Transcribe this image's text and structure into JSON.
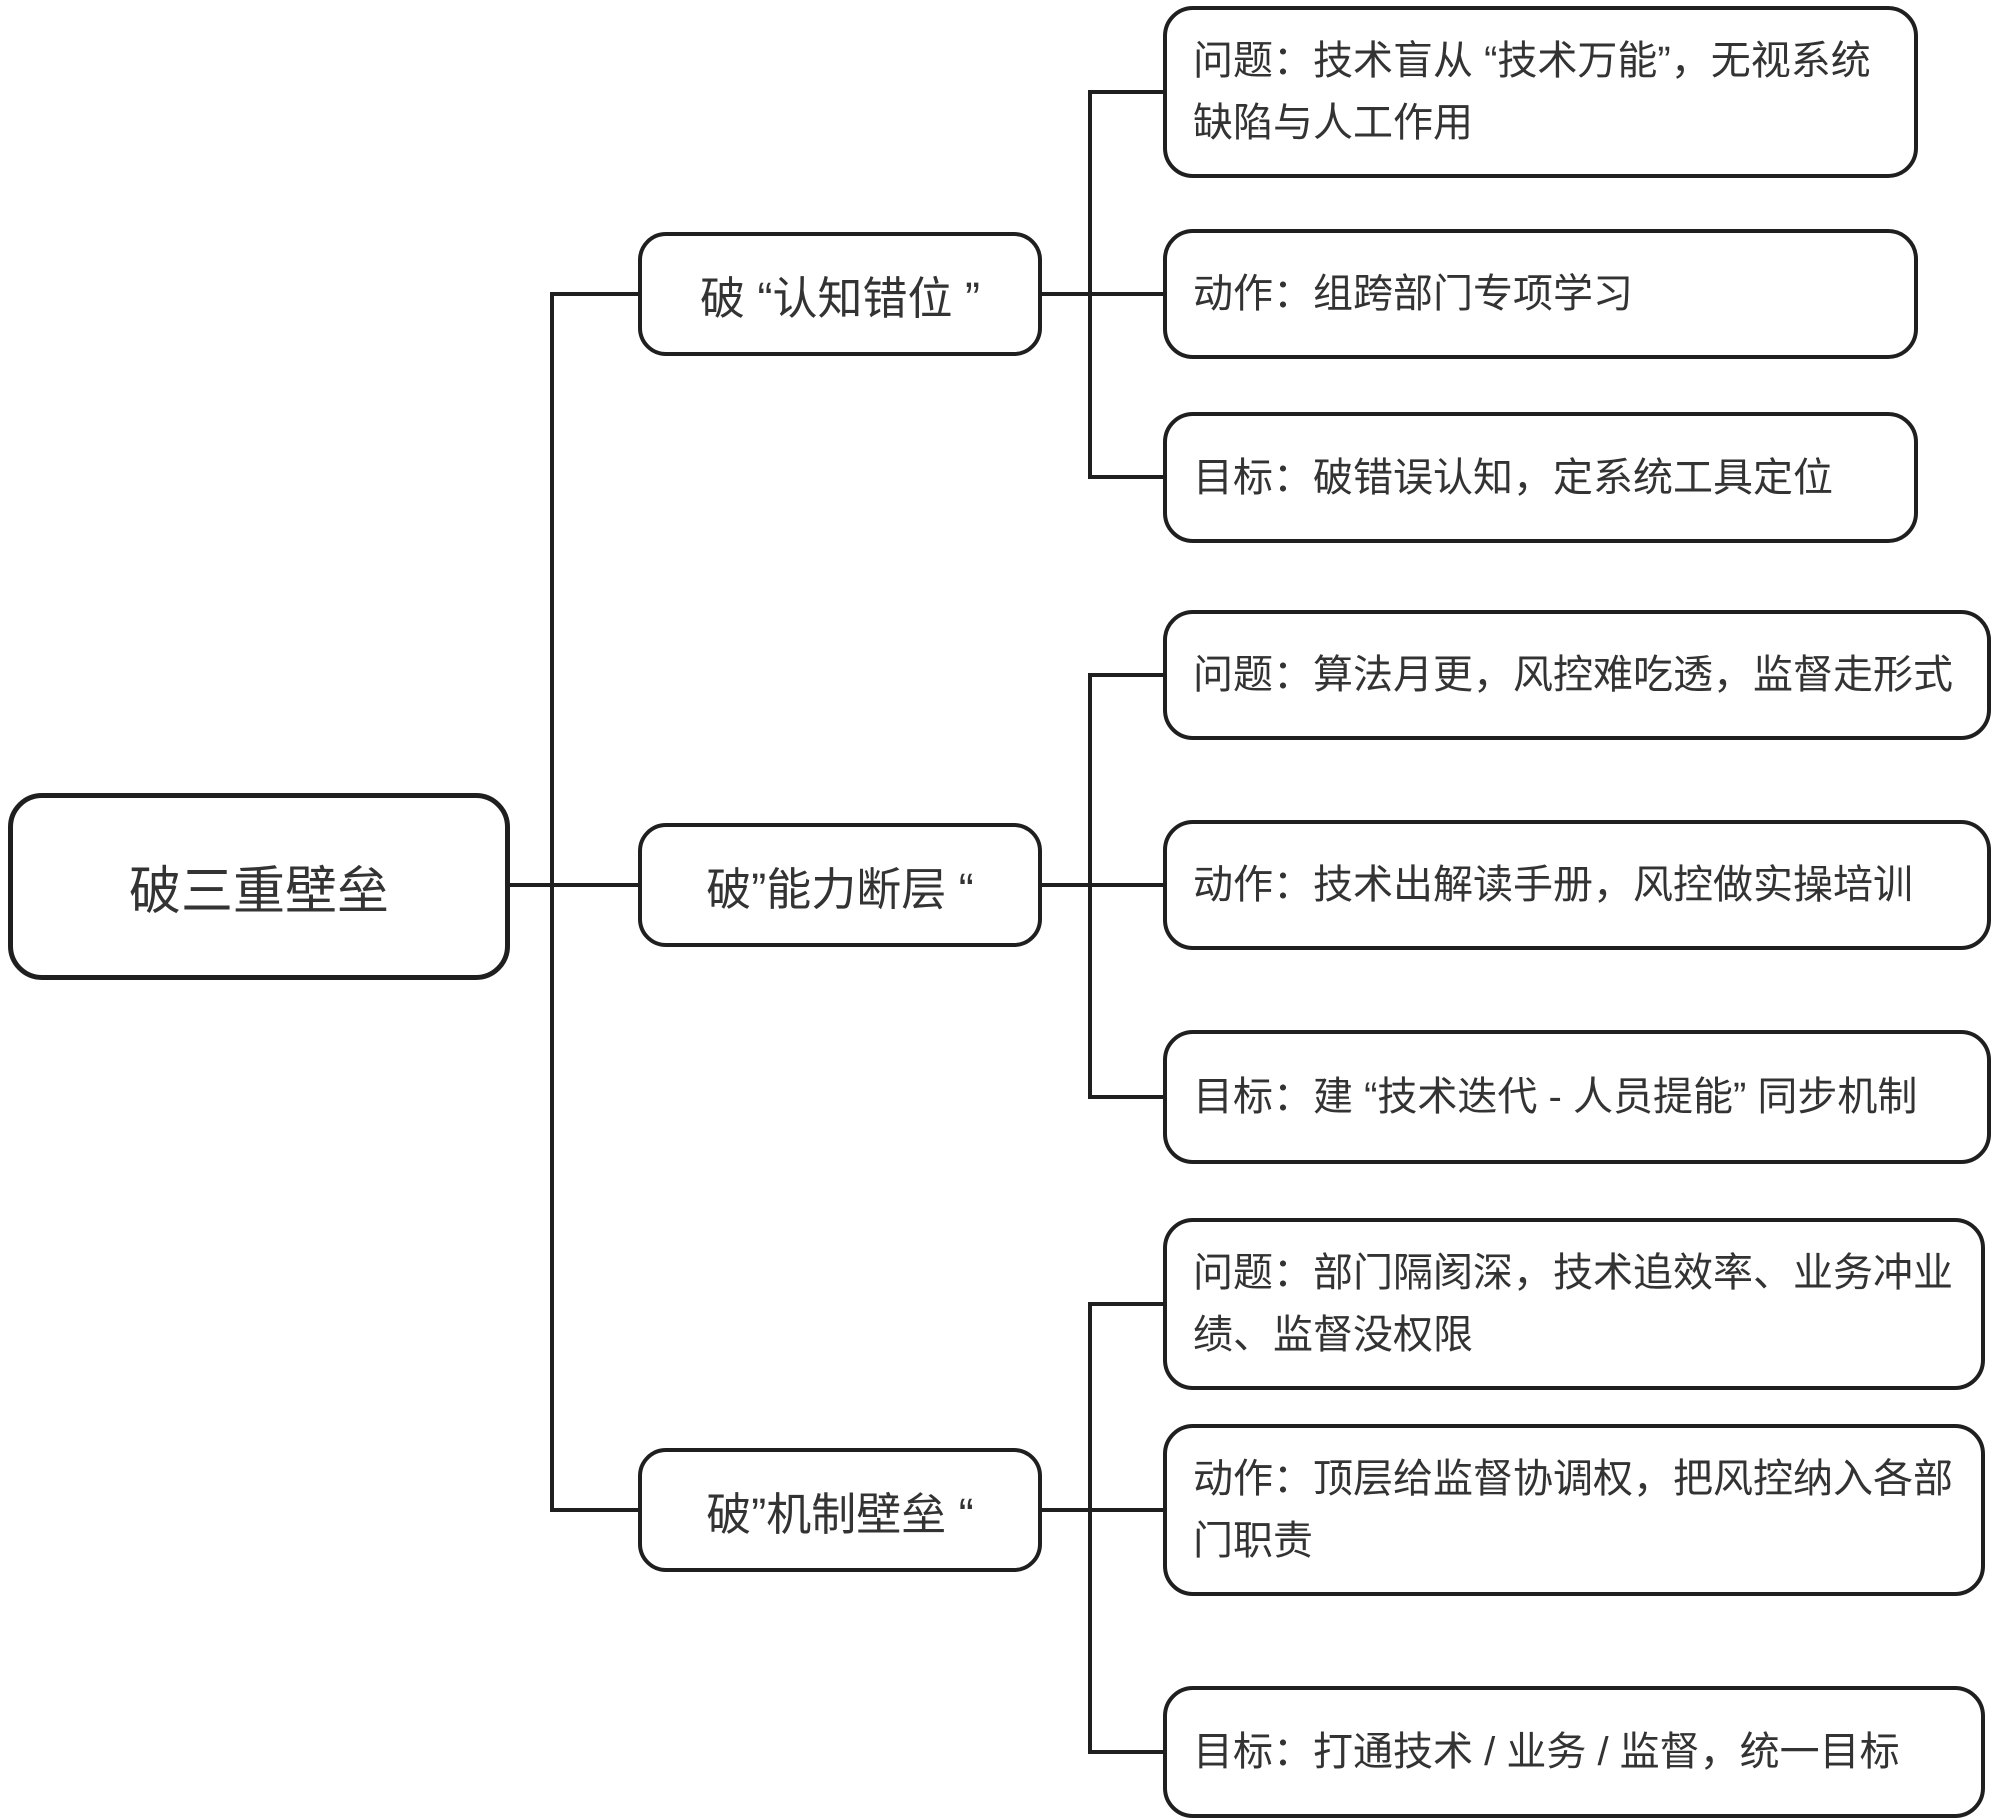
{
  "diagram": {
    "colors": {
      "line": "#1f1f1f",
      "text": "#333333",
      "background": "#ffffff"
    },
    "root": {
      "label": "破三重壁垒"
    },
    "branches": [
      {
        "label": "破 “认知错位 ”",
        "children": [
          {
            "label": "问题：技术盲从 “技术万能”，无视系统缺陷与人工作用"
          },
          {
            "label": "动作：组跨部门专项学习"
          },
          {
            "label": "目标：破错误认知，定系统工具定位"
          }
        ]
      },
      {
        "label": "破”能力断层 “",
        "children": [
          {
            "label": "问题：算法月更，风控难吃透，监督走形式"
          },
          {
            "label": "动作：技术出解读手册，风控做实操培训"
          },
          {
            "label": "目标：建 “技术迭代 - 人员提能” 同步机制"
          }
        ]
      },
      {
        "label": "破”机制壁垒 “",
        "children": [
          {
            "label": "问题：部门隔阂深，技术追效率、业务冲业绩、监督没权限"
          },
          {
            "label": "动作：顶层给监督协调权，把风控纳入各部门职责"
          },
          {
            "label": "目标：打通技术 / 业务 / 监督，统一目标"
          }
        ]
      }
    ]
  }
}
